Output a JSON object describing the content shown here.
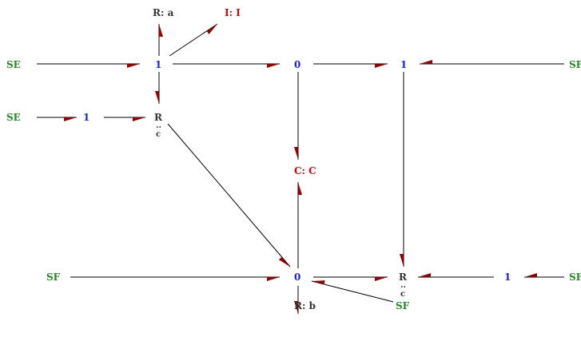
{
  "nodes": {
    "se_top": "SE",
    "se_bottom": "SE",
    "sf_right_top": "SF",
    "sf_left": "SF",
    "sf_right_bottom": "SF",
    "sf_bottom": "SF",
    "j1_top": "1",
    "j1_left": "1",
    "j1_right": "1",
    "j1_bottom_right": "1",
    "j0_top": "0",
    "j0_bottom": "0",
    "r_a": "R: a",
    "i_i": "I: I",
    "r_c_left": "R",
    "r_c_left_sub": "c",
    "c_c": "C: C",
    "r_c_right": "R",
    "r_c_right_sub": "c",
    "r_b": "R: b"
  },
  "colors": {
    "source": "#228b22",
    "junction": "#1a1aff",
    "storage": "#e00000",
    "resistor": "#333333",
    "bond": "#000000",
    "arrow": "#990000"
  }
}
